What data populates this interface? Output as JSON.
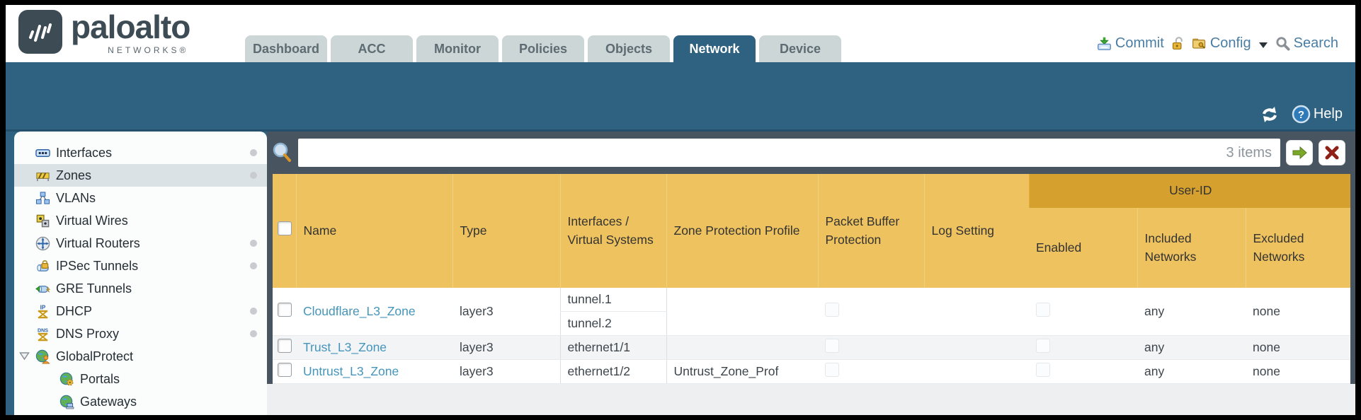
{
  "brand": {
    "wordmark": "paloalto",
    "tagline": "NETWORKS®"
  },
  "tabs": [
    {
      "label": "Dashboard",
      "active": false
    },
    {
      "label": "ACC",
      "active": false
    },
    {
      "label": "Monitor",
      "active": false
    },
    {
      "label": "Policies",
      "active": false
    },
    {
      "label": "Objects",
      "active": false
    },
    {
      "label": "Network",
      "active": true
    },
    {
      "label": "Device",
      "active": false
    }
  ],
  "utilities": {
    "commit": "Commit",
    "config": "Config",
    "search": "Search"
  },
  "help": {
    "label": "Help"
  },
  "sidebar": {
    "items": [
      {
        "label": "Interfaces",
        "dot": true
      },
      {
        "label": "Zones",
        "dot": true,
        "selected": true
      },
      {
        "label": "VLANs",
        "dot": false
      },
      {
        "label": "Virtual Wires",
        "dot": false
      },
      {
        "label": "Virtual Routers",
        "dot": true
      },
      {
        "label": "IPSec Tunnels",
        "dot": true
      },
      {
        "label": "GRE Tunnels",
        "dot": false
      },
      {
        "label": "DHCP",
        "dot": true
      },
      {
        "label": "DNS Proxy",
        "dot": true
      },
      {
        "label": "GlobalProtect",
        "dot": false,
        "expanded": true
      },
      {
        "label": "Portals",
        "dot": false,
        "indent": true
      },
      {
        "label": "Gateways",
        "dot": false,
        "indent": true
      }
    ]
  },
  "filterbar": {
    "value": "",
    "count": "3 items"
  },
  "table": {
    "user_id_group": "User-ID",
    "headers": {
      "name": "Name",
      "type": "Type",
      "interfaces": "Interfaces / Virtual Systems",
      "zone_protection": "Zone Protection Profile",
      "packet_buffer": "Packet Buffer Protection",
      "log_setting": "Log Setting",
      "enabled": "Enabled",
      "included": "Included Networks",
      "excluded": "Excluded Networks"
    },
    "rows": [
      {
        "name": "Cloudflare_L3_Zone",
        "type": "layer3",
        "interfaces": [
          "tunnel.1",
          "tunnel.2"
        ],
        "zone_protection": "",
        "log_setting": "",
        "included": "any",
        "excluded": "none"
      },
      {
        "name": "Trust_L3_Zone",
        "type": "layer3",
        "interfaces": [
          "ethernet1/1"
        ],
        "zone_protection": "",
        "log_setting": "",
        "included": "any",
        "excluded": "none"
      },
      {
        "name": "Untrust_L3_Zone",
        "type": "layer3",
        "interfaces": [
          "ethernet1/2"
        ],
        "zone_protection": "Untrust_Zone_Prof",
        "log_setting": "",
        "included": "any",
        "excluded": "none"
      }
    ]
  },
  "colors": {
    "teal": "#2f6180",
    "slate": "#485460",
    "header_gold": "#eec25e",
    "group_gold": "#d5a02d",
    "link_blue": "#4595bb",
    "util_blue": "#4a7da4"
  }
}
